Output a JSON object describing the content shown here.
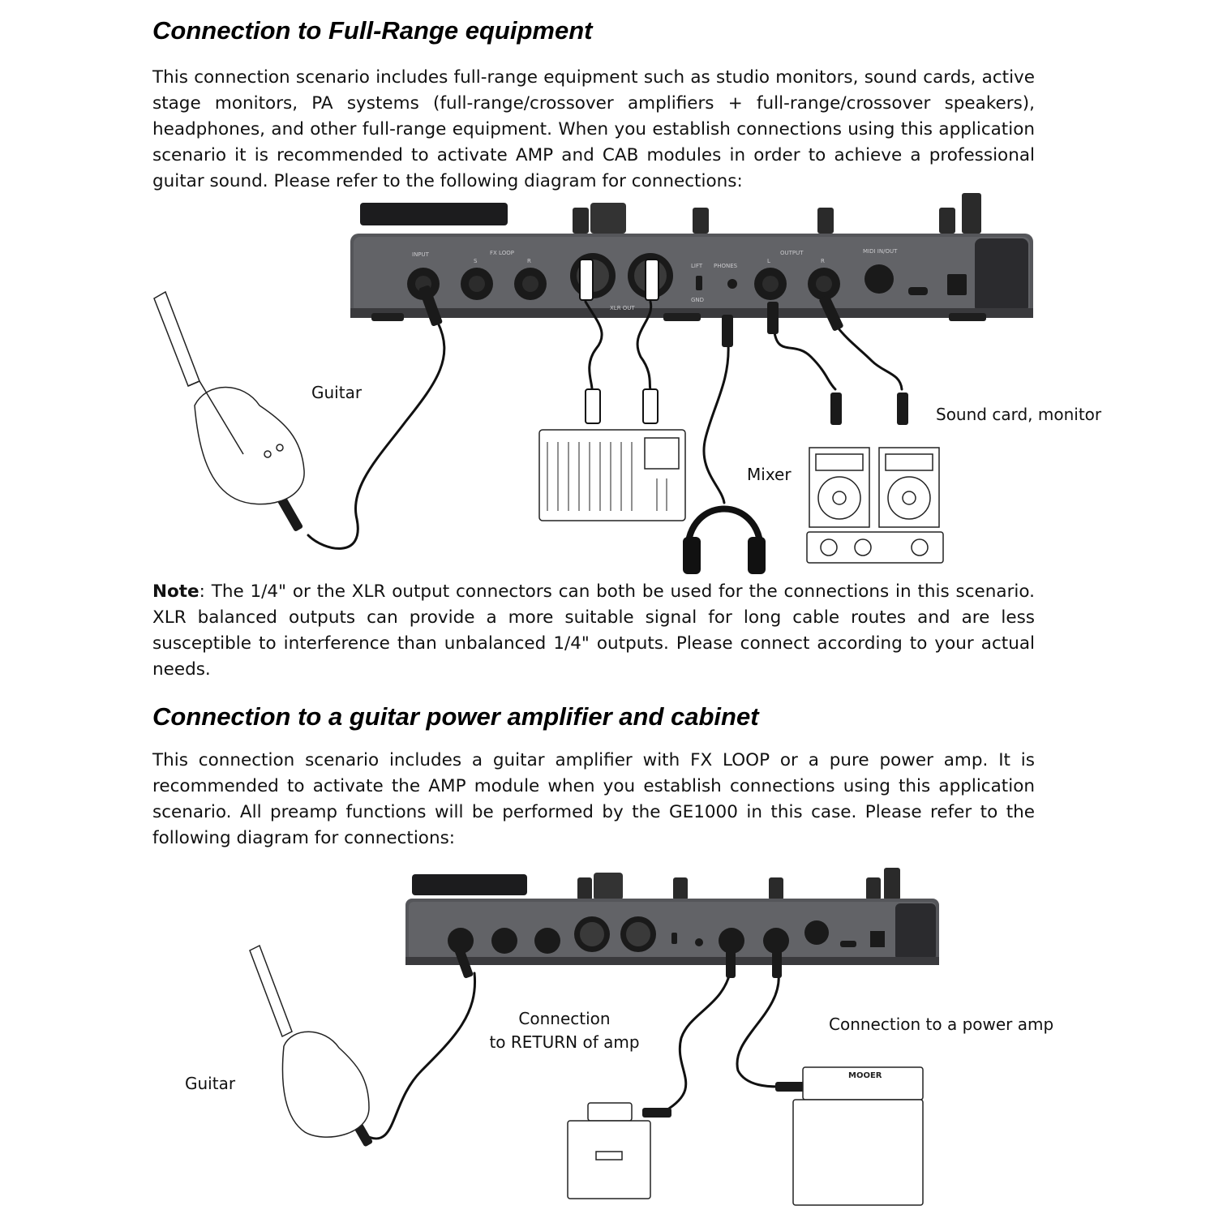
{
  "section1": {
    "heading": "Connection to Full-Range equipment",
    "paragraph": "This connection scenario includes full-range equipment such as studio monitors, sound cards, active stage monitors, PA systems (full-range/crossover amplifiers + full-range/crossover speakers), headphones, and other full-range equipment. When you establish connections using this application scenario it is recommended to activate AMP and CAB modules in order to achieve a professional guitar sound. Please refer to the following diagram for connections:",
    "diagram": {
      "guitar_label": "Guitar",
      "mixer_label": "Mixer",
      "soundcard_label": "Sound card, monitor"
    },
    "note_label": "Note",
    "note_text": ": The 1/4\" or the XLR output connectors can both be used for the connections in this scenario. XLR balanced outputs can provide a more suitable signal for long cable routes and are less susceptible to interference than unbalanced 1/4\" outputs. Please connect according to your actual needs."
  },
  "section2": {
    "heading": "Connection to a guitar power amplifier and cabinet",
    "paragraph": "This connection scenario includes a guitar amplifier with FX LOOP or a pure power amp. It is recommended to activate the AMP module when you establish connections using this application scenario. All preamp functions will be performed by the GE1000 in this case. Please refer to the following diagram for connections:",
    "diagram": {
      "guitar_label": "Guitar",
      "return_label_line1": "Connection",
      "return_label_line2": "to RETURN of amp",
      "power_amp_label": "Connection to a power amp",
      "power_amp_brand": "MOOER"
    }
  },
  "rear_panel": {
    "input": "INPUT",
    "fx_loop": "FX LOOP",
    "send": "S",
    "return": "R",
    "xlr_out": "XLR OUT",
    "lift": "LIFT",
    "gnd": "GND",
    "phones": "PHONES",
    "output": "OUTPUT",
    "left": "L",
    "right": "R",
    "midi": "MIDI IN/OUT"
  }
}
